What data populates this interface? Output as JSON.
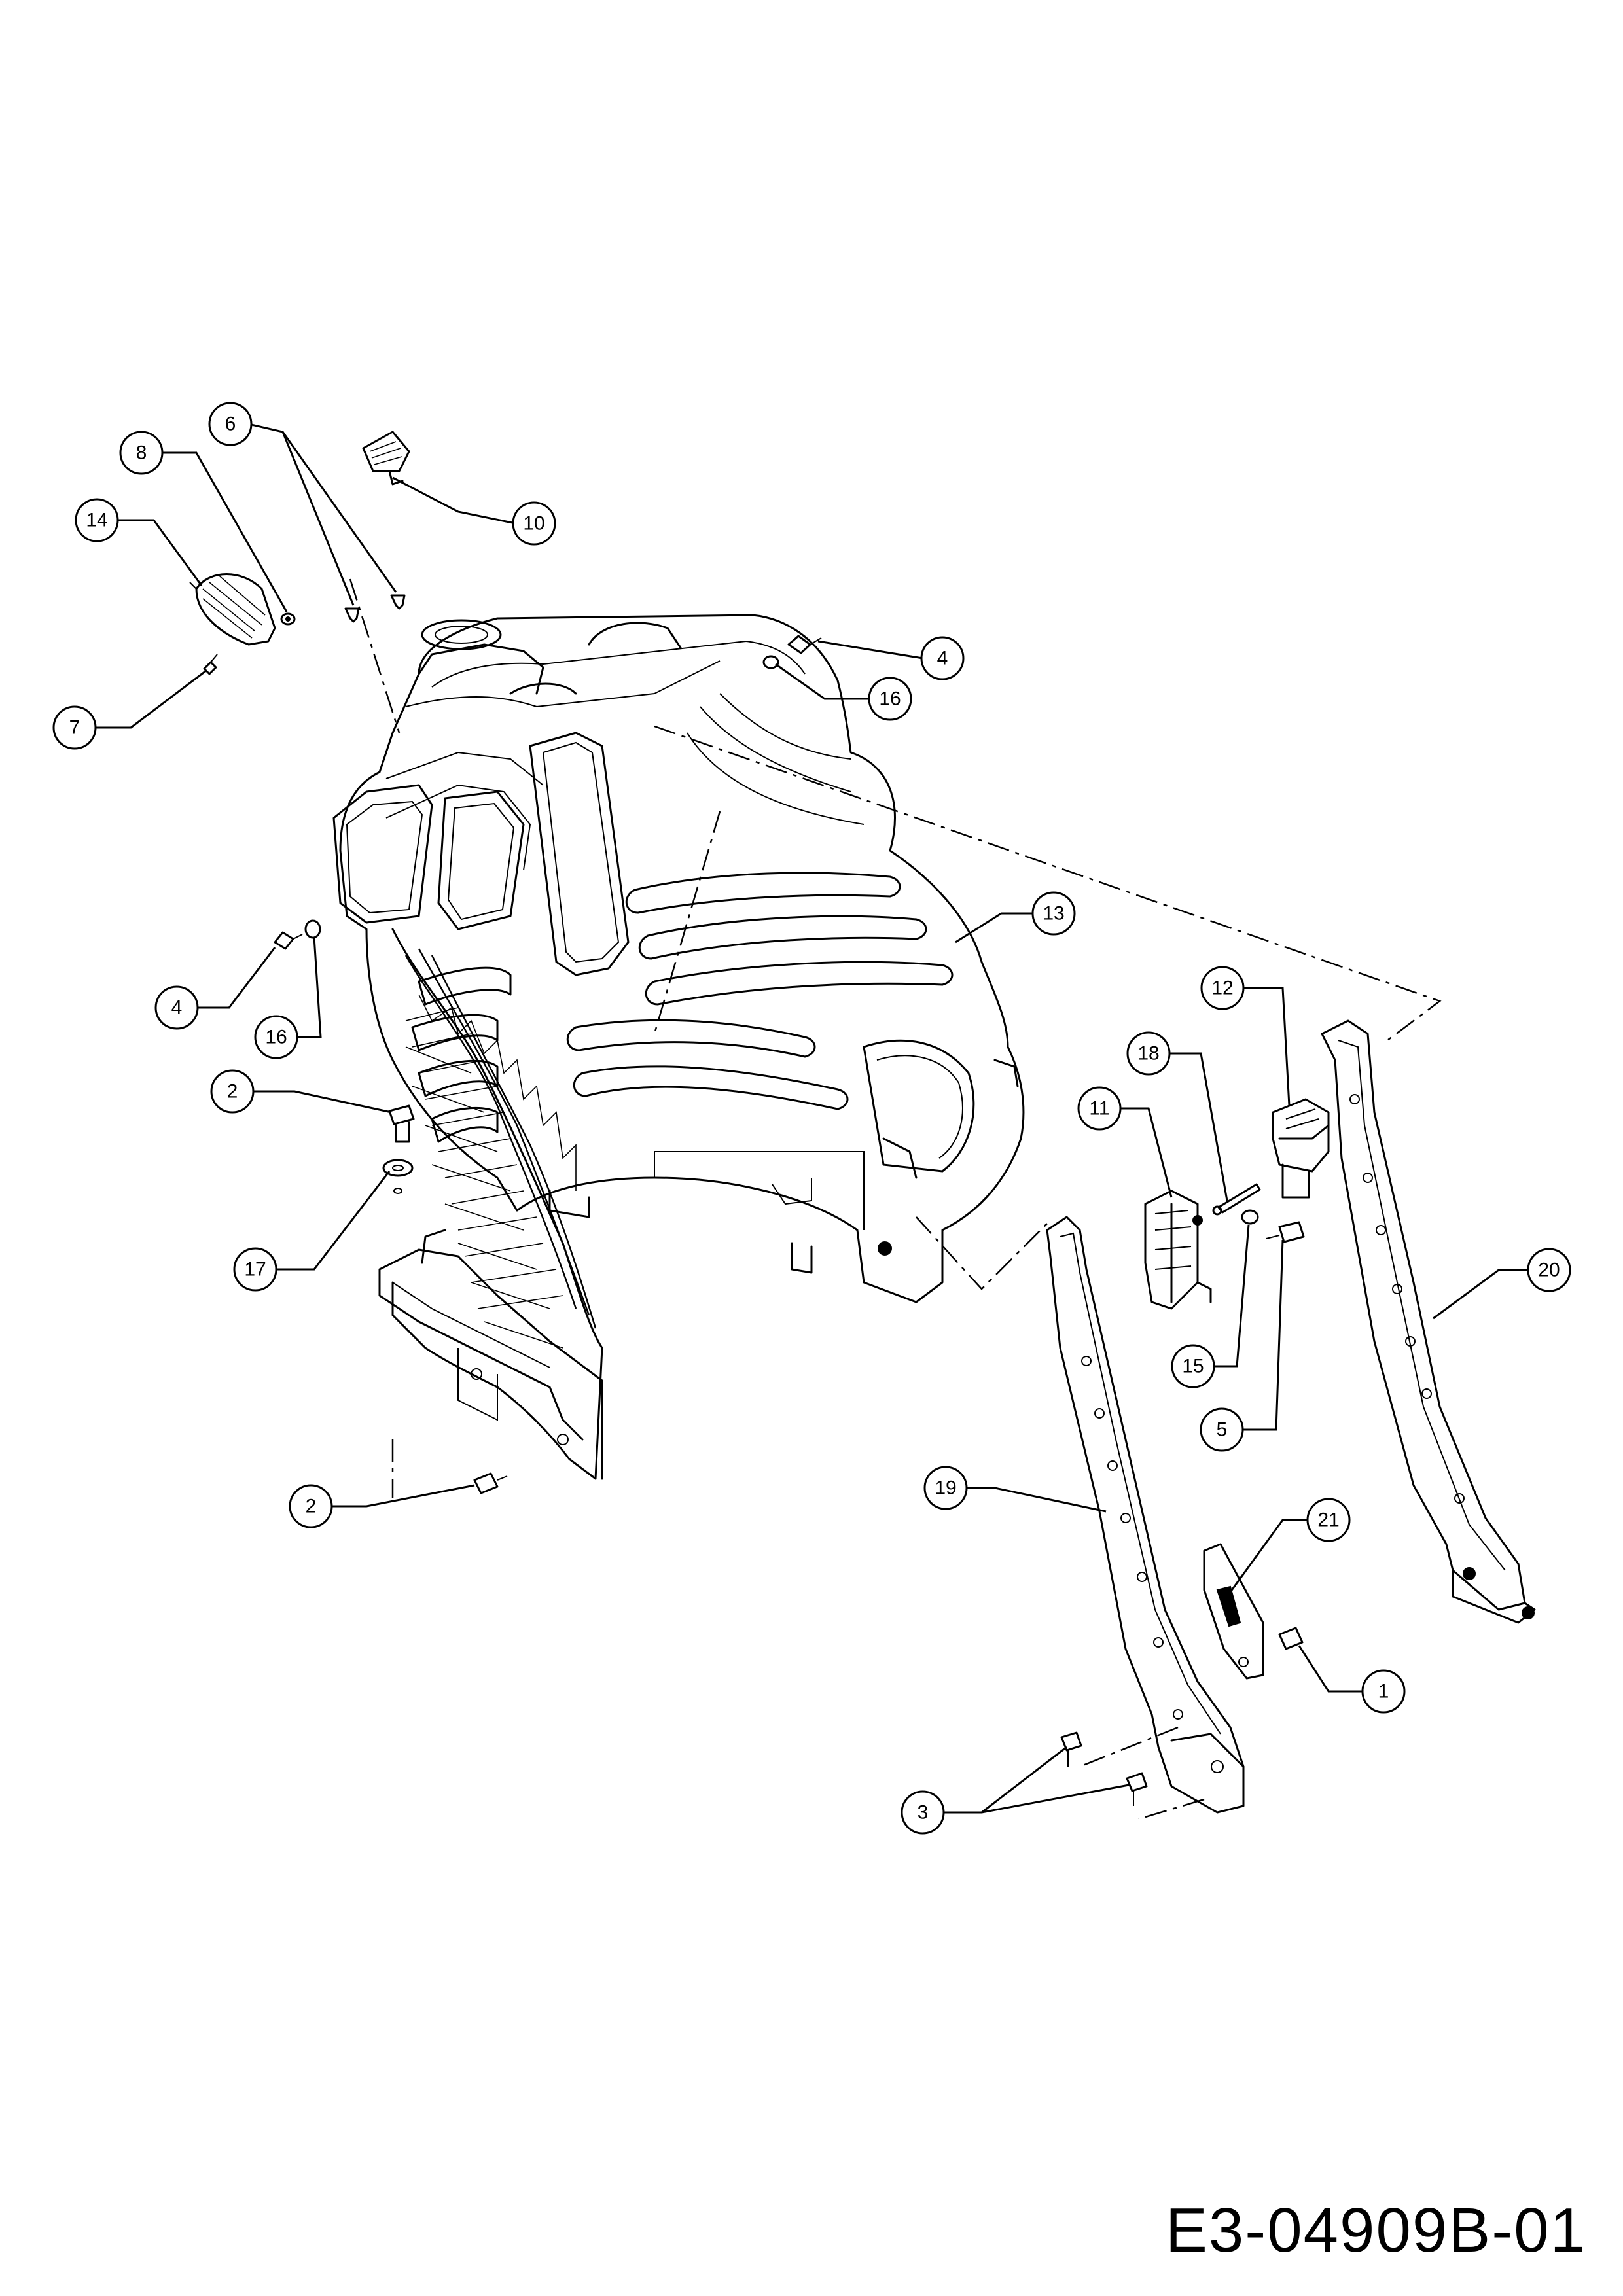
{
  "drawing_code": "E3-04909B-01",
  "callouts": [
    {
      "label": "6"
    },
    {
      "label": "8"
    },
    {
      "label": "14"
    },
    {
      "label": "10"
    },
    {
      "label": "7"
    },
    {
      "label": "4"
    },
    {
      "label": "16"
    },
    {
      "label": "13"
    },
    {
      "label": "4"
    },
    {
      "label": "16"
    },
    {
      "label": "2"
    },
    {
      "label": "17"
    },
    {
      "label": "2"
    },
    {
      "label": "12"
    },
    {
      "label": "18"
    },
    {
      "label": "11"
    },
    {
      "label": "15"
    },
    {
      "label": "5"
    },
    {
      "label": "20"
    },
    {
      "label": "19"
    },
    {
      "label": "21"
    },
    {
      "label": "1"
    },
    {
      "label": "3"
    }
  ]
}
